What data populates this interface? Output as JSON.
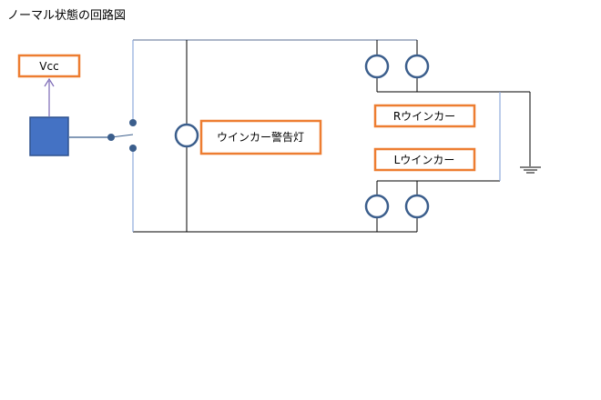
{
  "title": "ノーマル状態の回路図",
  "labels": {
    "vcc": "Vcc",
    "warning_lamp": "ウインカー警告灯",
    "r_winker": "Rウインカー",
    "l_winker": "Lウインカー"
  },
  "colors": {
    "label_border": "#ED7D31",
    "wire": "#000000",
    "wire_accent": "#8EA9DB",
    "lamp_stroke": "#3B5E8C",
    "switch_dot": "#3B5E8C",
    "relay_fill": "#4472C4",
    "relay_stroke": "#2F528F",
    "arrow": "#7B68B5"
  }
}
